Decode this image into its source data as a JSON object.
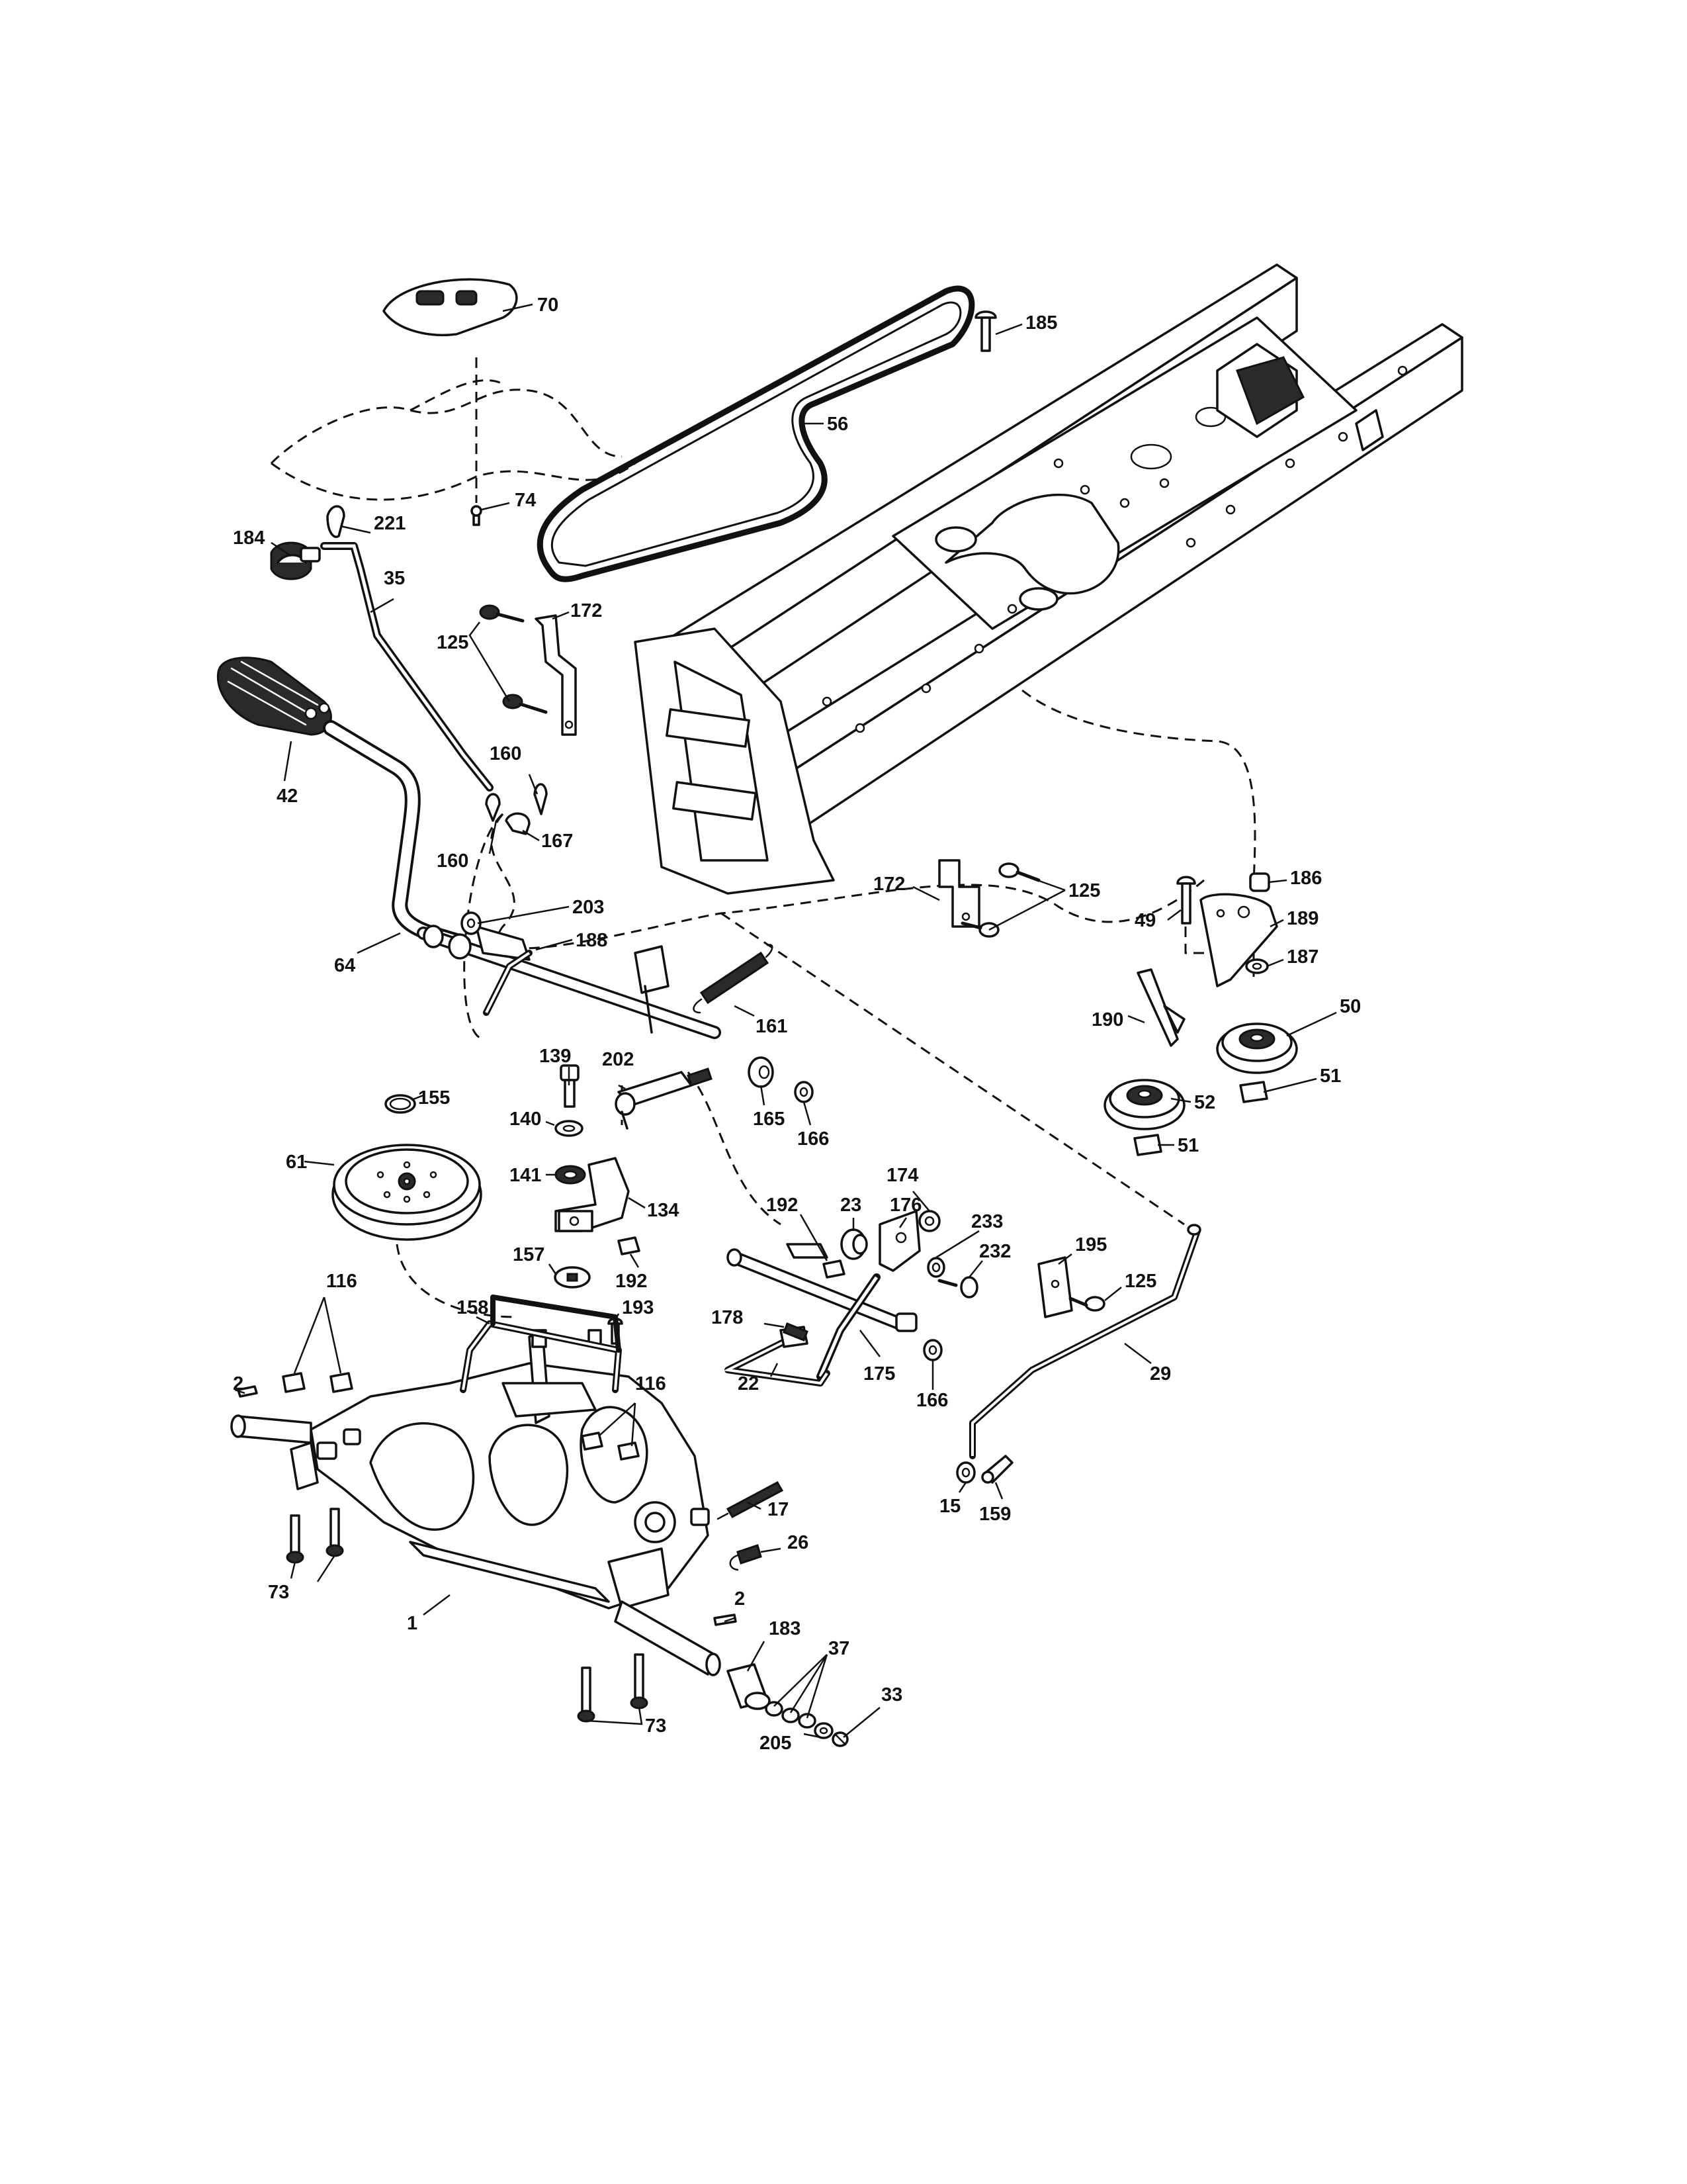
{
  "callouts": [
    {
      "id": "c70",
      "text": "70"
    },
    {
      "id": "c185",
      "text": "185"
    },
    {
      "id": "c56",
      "text": "56"
    },
    {
      "id": "c74",
      "text": "74"
    },
    {
      "id": "c221",
      "text": "221"
    },
    {
      "id": "c184",
      "text": "184"
    },
    {
      "id": "c35",
      "text": "35"
    },
    {
      "id": "c172a",
      "text": "172"
    },
    {
      "id": "c125a",
      "text": "125"
    },
    {
      "id": "c42",
      "text": "42"
    },
    {
      "id": "c160a",
      "text": "160"
    },
    {
      "id": "c160b",
      "text": "160"
    },
    {
      "id": "c167",
      "text": "167"
    },
    {
      "id": "c172b",
      "text": "172"
    },
    {
      "id": "c125b",
      "text": "125"
    },
    {
      "id": "c186",
      "text": "186"
    },
    {
      "id": "c49",
      "text": "49"
    },
    {
      "id": "c189",
      "text": "189"
    },
    {
      "id": "c187",
      "text": "187"
    },
    {
      "id": "c203",
      "text": "203"
    },
    {
      "id": "c64",
      "text": "64"
    },
    {
      "id": "c188",
      "text": "188"
    },
    {
      "id": "c161",
      "text": "161"
    },
    {
      "id": "c50",
      "text": "50"
    },
    {
      "id": "c190",
      "text": "190"
    },
    {
      "id": "c51a",
      "text": "51"
    },
    {
      "id": "c52",
      "text": "52"
    },
    {
      "id": "c51b",
      "text": "51"
    },
    {
      "id": "c139",
      "text": "139"
    },
    {
      "id": "c202",
      "text": "202"
    },
    {
      "id": "c155",
      "text": "155"
    },
    {
      "id": "c140",
      "text": "140"
    },
    {
      "id": "c165",
      "text": "165"
    },
    {
      "id": "c166a",
      "text": "166"
    },
    {
      "id": "c61",
      "text": "61"
    },
    {
      "id": "c141",
      "text": "141"
    },
    {
      "id": "c134",
      "text": "134"
    },
    {
      "id": "c174",
      "text": "174"
    },
    {
      "id": "c192a",
      "text": "192"
    },
    {
      "id": "c23",
      "text": "23"
    },
    {
      "id": "c176",
      "text": "176"
    },
    {
      "id": "c233",
      "text": "233"
    },
    {
      "id": "c232",
      "text": "232"
    },
    {
      "id": "c157",
      "text": "157"
    },
    {
      "id": "c192b",
      "text": "192"
    },
    {
      "id": "c195",
      "text": "195"
    },
    {
      "id": "c125c",
      "text": "125"
    },
    {
      "id": "c116a",
      "text": "116"
    },
    {
      "id": "c158",
      "text": "158"
    },
    {
      "id": "c193",
      "text": "193"
    },
    {
      "id": "c178",
      "text": "178"
    },
    {
      "id": "c29",
      "text": "29"
    },
    {
      "id": "c2a",
      "text": "2"
    },
    {
      "id": "c116b",
      "text": "116"
    },
    {
      "id": "c175",
      "text": "175"
    },
    {
      "id": "c22",
      "text": "22"
    },
    {
      "id": "c166b",
      "text": "166"
    },
    {
      "id": "c17",
      "text": "17"
    },
    {
      "id": "c15",
      "text": "15"
    },
    {
      "id": "c159",
      "text": "159"
    },
    {
      "id": "c26",
      "text": "26"
    },
    {
      "id": "c73a",
      "text": "73"
    },
    {
      "id": "c1",
      "text": "1"
    },
    {
      "id": "c2b",
      "text": "2"
    },
    {
      "id": "c183",
      "text": "183"
    },
    {
      "id": "c37",
      "text": "37"
    },
    {
      "id": "c33",
      "text": "33"
    },
    {
      "id": "c73b",
      "text": "73"
    },
    {
      "id": "c205",
      "text": "205"
    }
  ]
}
